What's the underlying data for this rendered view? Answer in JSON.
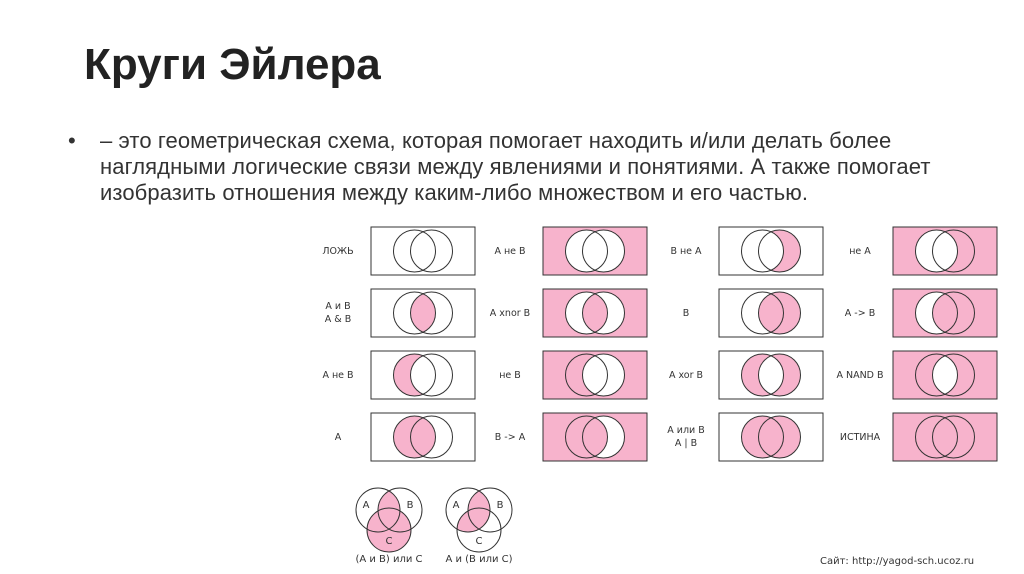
{
  "slide": {
    "title": "Круги Эйлера",
    "bullet_symbol": "•",
    "bullet_text": "– это геометрическая схема, которая помогает находить и/или делать более наглядными логические связи между явлениями и понятиями. А также помогает изобразить отношения между каким-либо множеством и его частью."
  },
  "colors": {
    "fill": "#f7b3cc",
    "stroke": "#333333",
    "background": "#ffffff"
  },
  "grid": {
    "rows": [
      [
        {
          "label": "ЛОЖЬ",
          "outside": false,
          "a_only": false,
          "b_only": false,
          "both": false
        },
        {
          "label": "A не B",
          "outside": true,
          "a_only": false,
          "b_only": false,
          "both": false
        },
        {
          "label": "B не A",
          "outside": false,
          "a_only": false,
          "b_only": true,
          "both": false
        },
        {
          "label": "не A",
          "outside": true,
          "a_only": false,
          "b_only": true,
          "both": false
        }
      ],
      [
        {
          "label": "A и B\nA & B",
          "outside": false,
          "a_only": false,
          "b_only": false,
          "both": true
        },
        {
          "label": "A xnor B",
          "outside": true,
          "a_only": false,
          "b_only": false,
          "both": true
        },
        {
          "label": "B",
          "outside": false,
          "a_only": false,
          "b_only": true,
          "both": true
        },
        {
          "label": "A -> B",
          "outside": true,
          "a_only": false,
          "b_only": true,
          "both": true
        }
      ],
      [
        {
          "label": "A не B",
          "outside": false,
          "a_only": true,
          "b_only": false,
          "both": false
        },
        {
          "label": "не B",
          "outside": true,
          "a_only": true,
          "b_only": false,
          "both": false
        },
        {
          "label": "A xor B",
          "outside": false,
          "a_only": true,
          "b_only": true,
          "both": false
        },
        {
          "label": "A NAND B",
          "outside": true,
          "a_only": true,
          "b_only": true,
          "both": false
        }
      ],
      [
        {
          "label": "A",
          "outside": false,
          "a_only": true,
          "b_only": false,
          "both": true
        },
        {
          "label": "B -> A",
          "outside": true,
          "a_only": true,
          "b_only": false,
          "both": true
        },
        {
          "label": "A или B\nA | B",
          "outside": false,
          "a_only": true,
          "b_only": true,
          "both": true
        },
        {
          "label": "ИСТИНА",
          "outside": true,
          "a_only": true,
          "b_only": true,
          "both": true
        }
      ]
    ]
  },
  "three_set": [
    {
      "caption": "(A и B) или C",
      "labels": [
        "A",
        "B",
        "C"
      ],
      "mode": "ab_or_c"
    },
    {
      "caption": "A и (B или C)",
      "labels": [
        "A",
        "B",
        "C"
      ],
      "mode": "a_and_bc"
    }
  ],
  "site_note": "Сайт: http://yagod-sch.ucoz.ru"
}
